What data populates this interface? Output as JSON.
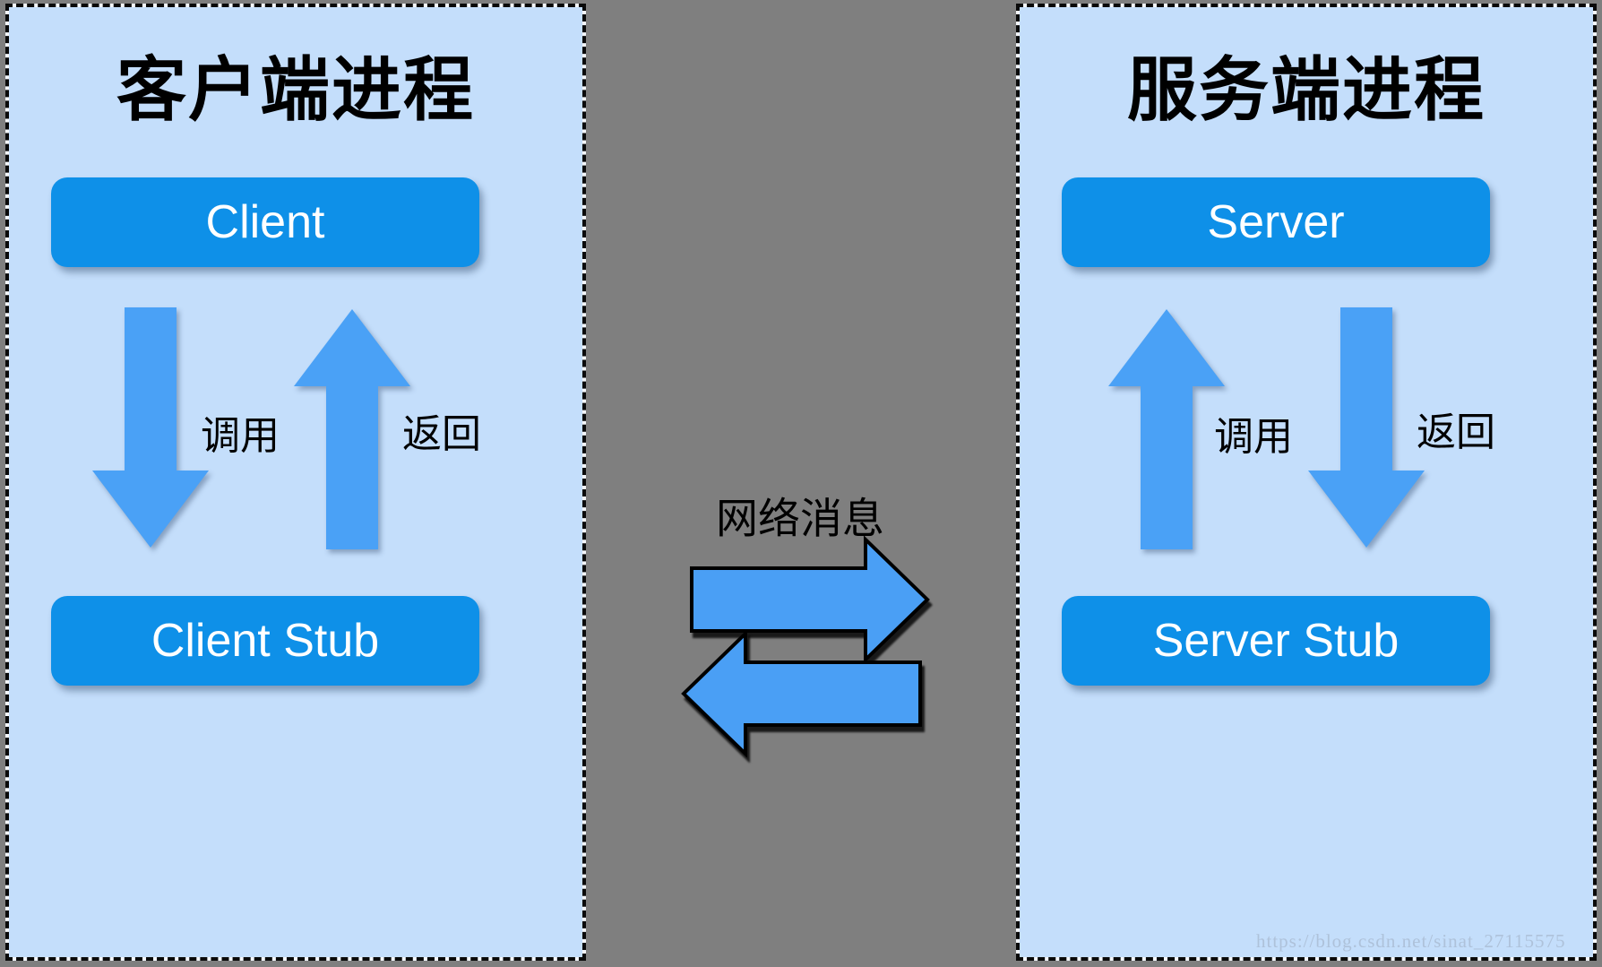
{
  "colors": {
    "page_background": "#7f7f7f",
    "panel_background": "#c4defb",
    "panel_border": "#0a0a0a",
    "box_blue": "#0e90e8",
    "arrow_blue": "#4aa1f6",
    "box_text": "#ffffff",
    "label_text": "#000000",
    "watermark_text": "#adc0d8"
  },
  "panels": [
    {
      "title": "客户端进程",
      "top_box": "Client",
      "bottom_box": "Client Stub",
      "call_label": "调用",
      "return_label": "返回"
    },
    {
      "title": "服务端进程",
      "top_box": "Server",
      "bottom_box": "Server Stub",
      "call_label": "调用",
      "return_label": "返回"
    }
  ],
  "network": {
    "label": "网络消息"
  },
  "watermark": {
    "text": "https://blog.csdn.net/sinat_27115575"
  }
}
